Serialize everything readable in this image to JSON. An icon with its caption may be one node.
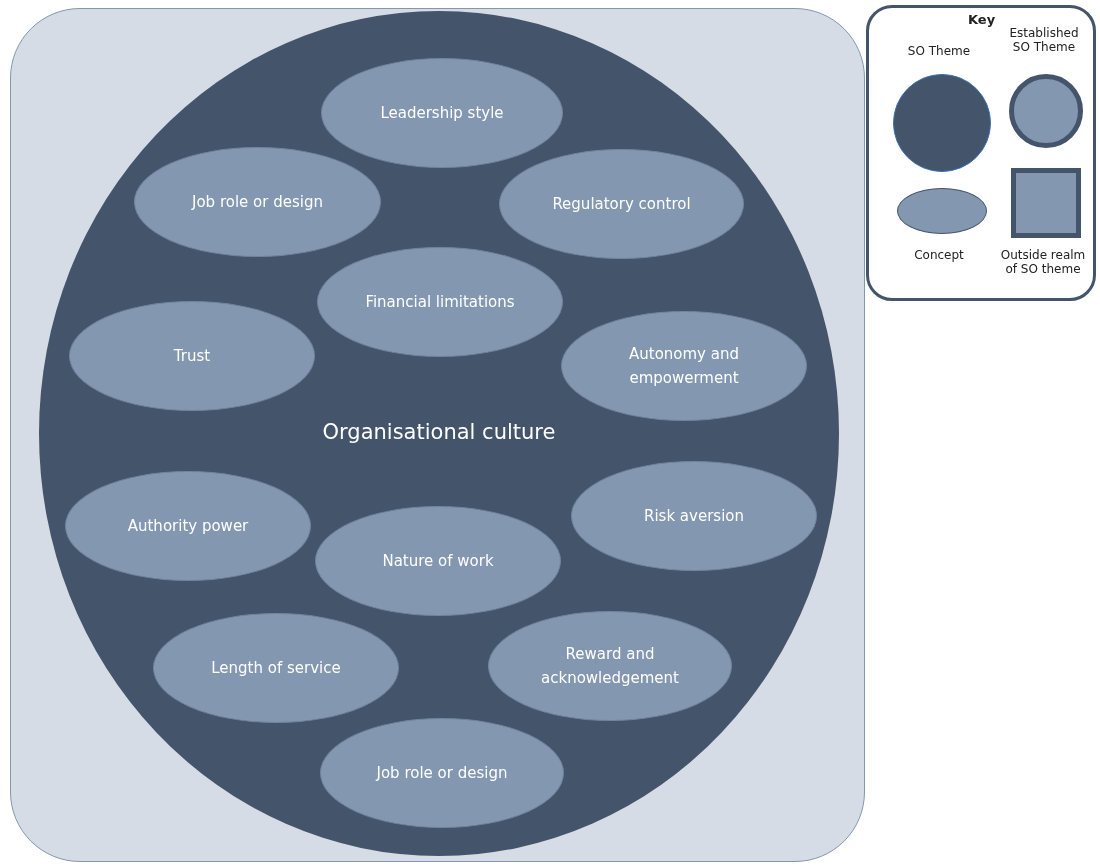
{
  "diagram": {
    "nodes": [
      {
        "text": [],
        "shape": "box"
      },
      {
        "text": [
          "Organisational culture"
        ],
        "in": 0
      },
      {
        "text": [
          "Leadership style"
        ],
        "in": 1
      },
      {
        "text": [
          "Job role or design"
        ],
        "in": 1
      },
      {
        "text": [
          "Regulatory control"
        ],
        "in": 1
      },
      {
        "text": [
          "Financial limitations"
        ],
        "in": 1
      },
      {
        "text": [
          "Trust"
        ],
        "in": 1
      },
      {
        "text": [
          "Autonomy and empowerment"
        ],
        "in": 1
      },
      {
        "text": [
          "Authority power"
        ],
        "in": 1
      },
      {
        "text": [
          "Risk aversion"
        ],
        "in": 1
      },
      {
        "text": [
          "Nature of work"
        ],
        "in": 1
      },
      {
        "text": [
          "Length of service"
        ],
        "in": 1
      },
      {
        "text": [
          "Reward and acknowledgement"
        ],
        "in": 1
      },
      {
        "text": [
          "Job role or design"
        ],
        "in": 1
      }
    ],
    "labels": [
      "Key"
    ],
    "legend": [
      {
        "text": "SO Theme"
      },
      {
        "text": "Established SO Theme"
      },
      {
        "text": "Concept"
      },
      {
        "text": "Outside realm of SO theme"
      }
    ]
  }
}
